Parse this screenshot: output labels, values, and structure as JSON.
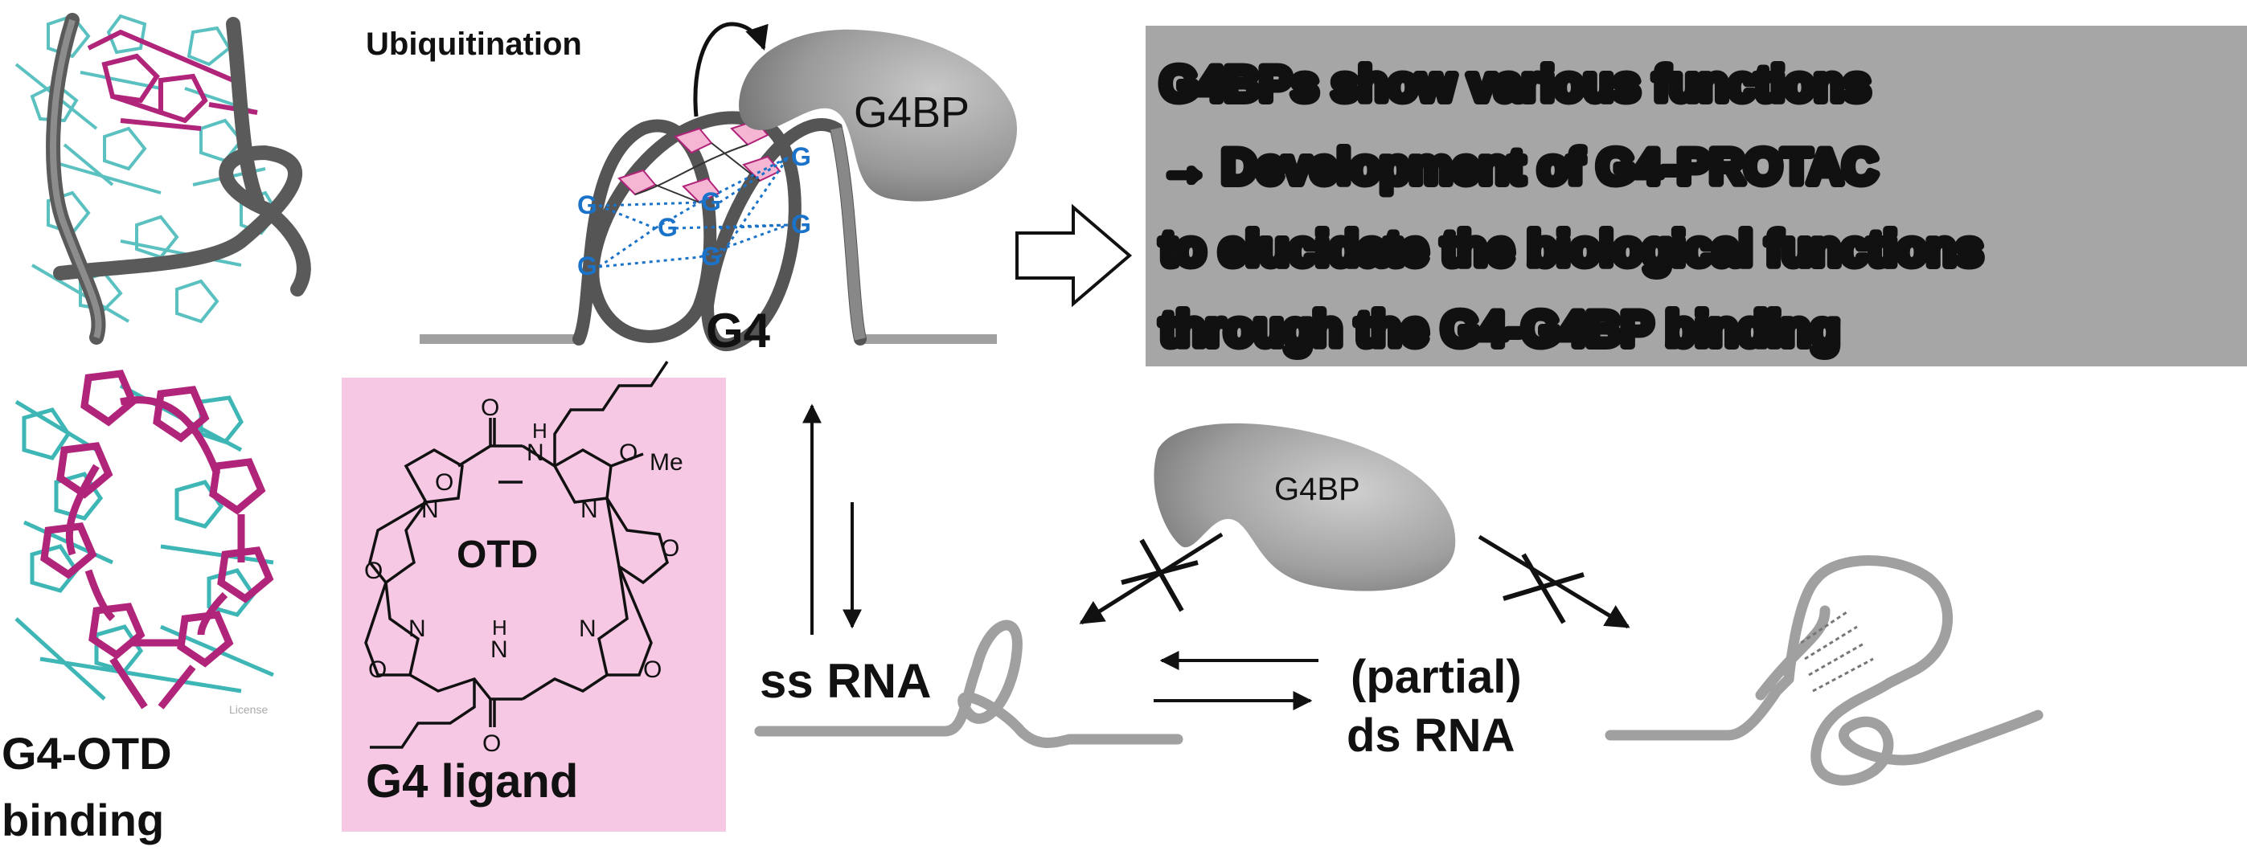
{
  "labels": {
    "ubiquitination": "Ubiquitination",
    "g4bp_top": "G4BP",
    "g4": "G4",
    "g4bp_mid": "G4BP",
    "ss_rna": "ss RNA",
    "partial": "(partial)",
    "ds_rna": "ds RNA",
    "g4_otd_line1": "G4-OTD",
    "g4_otd_line2": "binding",
    "g4_ligand": "G4 ligand",
    "otd": "OTD",
    "license": "License"
  },
  "info_box": {
    "lines": [
      "G4BPs show various functions",
      "→ Development of G4-PROTAC",
      "to elucidate the biological functions",
      "through the G4-G4BP binding"
    ]
  },
  "g_letters": [
    "G",
    "G",
    "G",
    "G",
    "G",
    "G",
    "G",
    "G"
  ],
  "chem_atoms": {
    "o": "O",
    "n": "N",
    "h": "H",
    "me": "Me"
  },
  "colors": {
    "info_bg": "#a6a6a6",
    "ligand_bg": "#f7c8e4",
    "strand": "#555555",
    "rna_gray": "#a0a0a0",
    "g_blue": "#1a73c8",
    "magenta": "#b0247a",
    "teal": "#3fb6b6"
  }
}
